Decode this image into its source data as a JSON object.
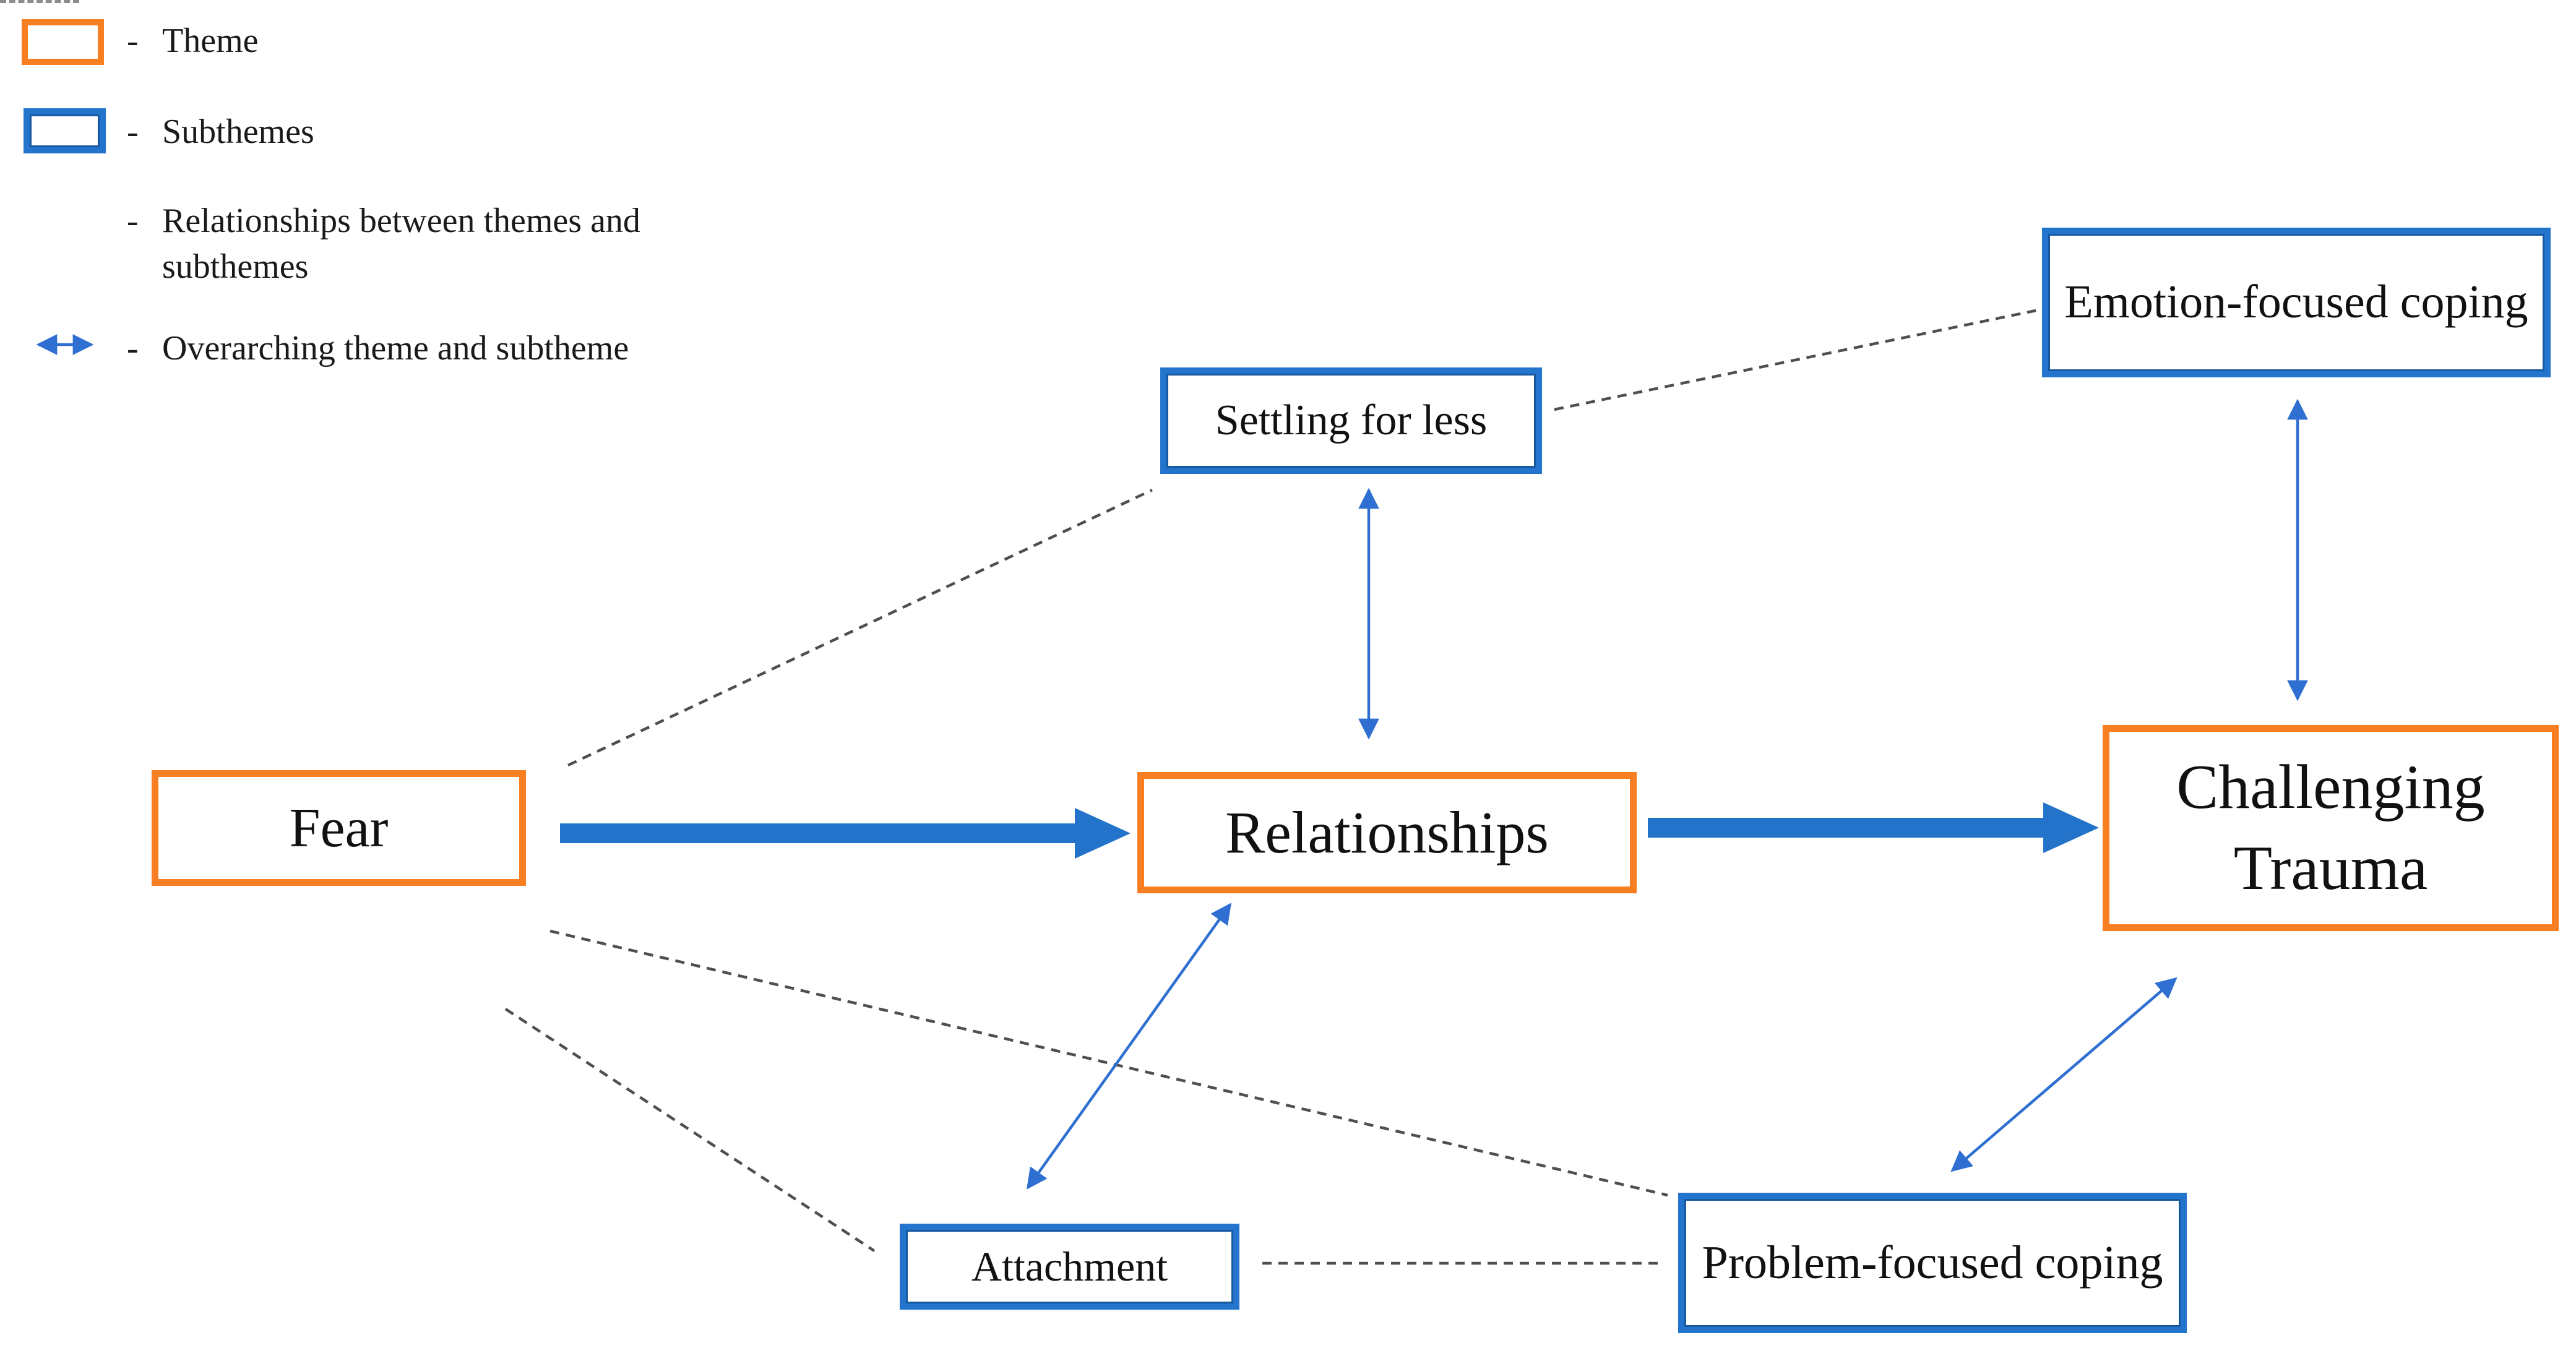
{
  "legend": {
    "items": [
      {
        "symbol": "theme-box-swatch",
        "label": "Theme"
      },
      {
        "symbol": "subtheme-box-swatch",
        "label": "Subthemes"
      },
      {
        "symbol": "dashed-line-swatch",
        "label": "Relationships between themes and subthemes"
      },
      {
        "symbol": "double-arrow-swatch",
        "label": "Overarching theme and subtheme"
      }
    ]
  },
  "nodes": {
    "fear": {
      "label": "Fear",
      "type": "theme"
    },
    "relationships": {
      "label": "Relationships",
      "type": "theme"
    },
    "challenging_trauma": {
      "label": "Challenging Trauma",
      "type": "theme"
    },
    "settling_for_less": {
      "label": "Settling for less",
      "type": "subtheme"
    },
    "emotion_focused_coping": {
      "label": "Emotion-focused coping",
      "type": "subtheme"
    },
    "attachment": {
      "label": "Attachment",
      "type": "subtheme"
    },
    "problem_focused_coping": {
      "label": "Problem-focused coping",
      "type": "subtheme"
    }
  },
  "connections": [
    {
      "from": "fear",
      "to": "relationships",
      "type": "thick-arrow"
    },
    {
      "from": "relationships",
      "to": "challenging_trauma",
      "type": "thick-arrow"
    },
    {
      "from": "settling_for_less",
      "to": "relationships",
      "type": "double-arrow"
    },
    {
      "from": "emotion_focused_coping",
      "to": "challenging_trauma",
      "type": "double-arrow"
    },
    {
      "from": "relationships",
      "to": "attachment",
      "type": "double-arrow"
    },
    {
      "from": "challenging_trauma",
      "to": "problem_focused_coping",
      "type": "double-arrow"
    },
    {
      "from": "fear",
      "to": "settling_for_less",
      "type": "dashed-line"
    },
    {
      "from": "settling_for_less",
      "to": "emotion_focused_coping",
      "type": "dashed-line"
    },
    {
      "from": "fear",
      "to": "attachment",
      "type": "dashed-line"
    },
    {
      "from": "fear",
      "to": "problem_focused_coping",
      "type": "dashed-line"
    },
    {
      "from": "attachment",
      "to": "problem_focused_coping",
      "type": "dashed-line"
    }
  ],
  "colors": {
    "theme_border": "#F87E22",
    "subtheme_border": "#2374CC",
    "subtheme_inner_line": "#17589E",
    "thick_flow_arrow": "#2273C9",
    "double_arrow": "#2E6FD1",
    "relationship_dashed_line": "#4F4F4F",
    "legend_dashed_line": "#8C8C8C",
    "text": "#111111",
    "background": "#FFFFFF"
  }
}
